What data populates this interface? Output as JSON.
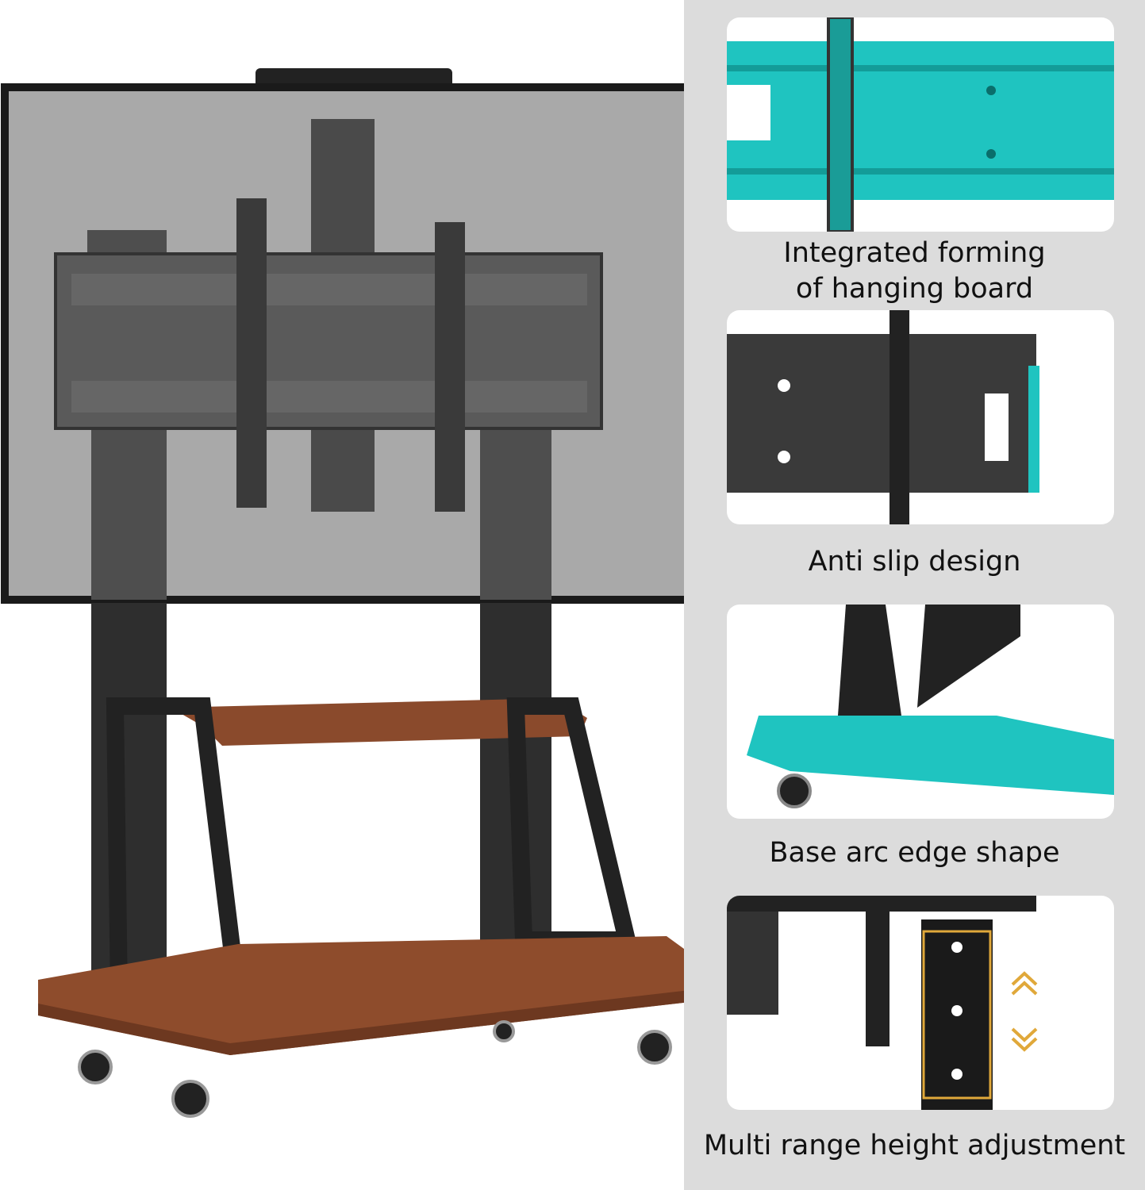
{
  "features": [
    {
      "caption_line1": "Integrated forming",
      "caption_line2": "of hanging board"
    },
    {
      "caption_line1": "Anti slip design"
    },
    {
      "caption_line1": "Base arc edge shape"
    },
    {
      "caption_line1": "Multi range height adjustment"
    }
  ],
  "colors": {
    "accent": "#1fc4c0",
    "wood": "#8a4a2c",
    "metal": "#2a2a2a",
    "panel_bg": "#dcdcdc"
  }
}
